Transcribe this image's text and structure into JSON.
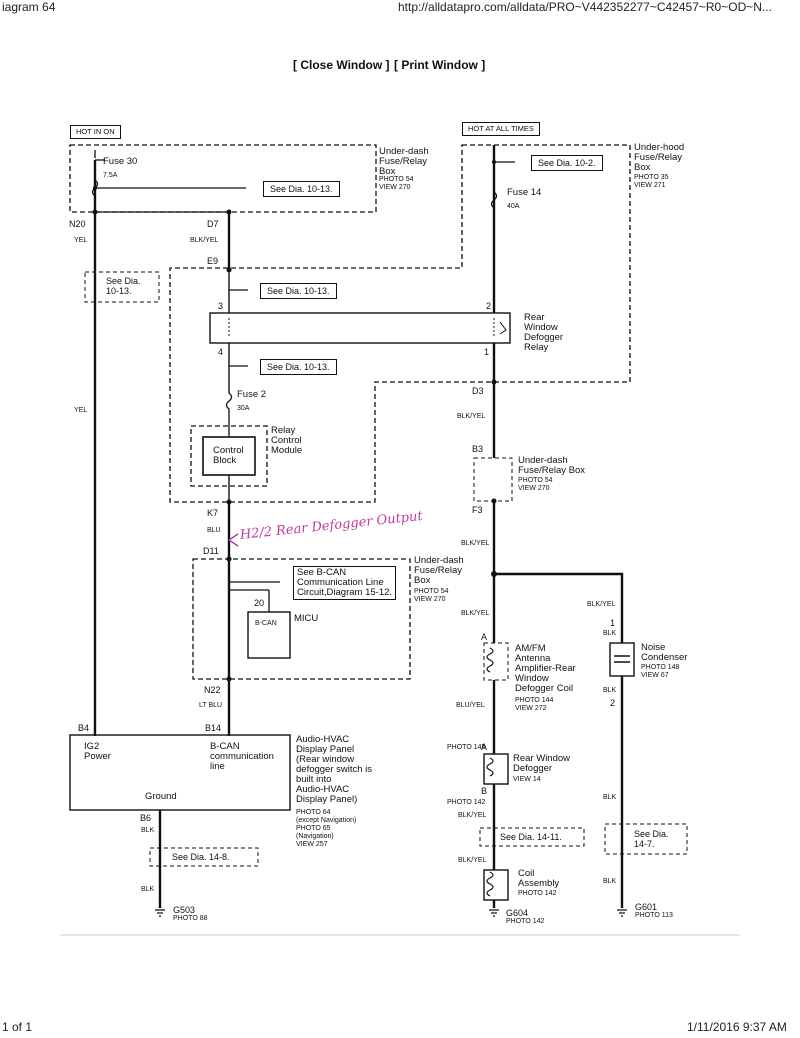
{
  "browser": {
    "tab_title": "iagram 64",
    "url": "http://alldatapro.com/alldata/PRO~V442352277~C42457~R0~OD~N...",
    "page_count": "1 of 1",
    "timestamp": "1/11/2016 9:37 AM"
  },
  "window_links": {
    "close": "[ Close Window ]",
    "print": "[ Print Window ]"
  },
  "power_labels": {
    "hot_in_on": "HOT IN ON",
    "hot_at_all_times": "HOT AT ALL TIMES"
  },
  "components": {
    "under_dash_box_1": {
      "name": "Under-dash\nFuse/Relay\nBox",
      "photo": "PHOTO 54\nVIEW 270"
    },
    "fuse30": {
      "name": "Fuse 30",
      "rating": "7.5A"
    },
    "under_hood_box": {
      "name": "Under-hood\nFuse/Relay\nBox",
      "photo": "PHOTO 35\nVIEW 271"
    },
    "fuse14": {
      "name": "Fuse 14",
      "rating": "40A"
    },
    "rear_defogger_relay": {
      "name": "Rear\nWindow\nDefogger\nRelay"
    },
    "fuse2": {
      "name": "Fuse 2",
      "rating": "30A"
    },
    "relay_control_module": {
      "name": "Relay\nControl\nModule"
    },
    "control_block": {
      "name": "Control\nBlock"
    },
    "under_dash_box_2": {
      "name": "Under-dash\nFuse/Relay Box",
      "photo": "PHOTO 54\nVIEW 270"
    },
    "under_dash_box_3": {
      "name": "Under-dash\nFuse/Relay\nBox",
      "photo": "PHOTO 54\nVIEW 270"
    },
    "micu": {
      "name": "MICU",
      "bcan": "B-CAN"
    },
    "bcan_ref": {
      "text": "See B-CAN\nCommunication Line\nCircuit,Diagram 15-12."
    },
    "am_fm": {
      "name": "AM/FM\nAntenna\nAmplifier-Rear\nWindow\nDefogger Coil",
      "photo": "PHOTO 144\nVIEW 272"
    },
    "noise_condenser": {
      "name": "Noise\nCondenser",
      "photo": "PHOTO 148\nVIEW 67"
    },
    "rear_window_defogger": {
      "name": "Rear Window\nDefogger",
      "photo": "VIEW 14"
    },
    "coil_assembly": {
      "name": "Coil\nAssembly",
      "photo": "PHOTO 142"
    },
    "audio_hvac": {
      "name": "Audio-HVAC\nDisplay Panel\n(Rear window\ndefogger switch is\nbuilt into\nAudio-HVAC\nDisplay Panel)",
      "photo": "PHOTO 64\n(except Navigation)\nPHOTO 65\n(Navigation)\nVIEW 257",
      "ig2": "IG2\nPower",
      "bcan_line": "B-CAN\ncommunication\nline",
      "ground": "Ground"
    }
  },
  "refs": {
    "r1": "See Dia. 10-13.",
    "r2": "See Dia. 10-2.",
    "r3": "See Dia.\n10-13.",
    "r4": "See Dia. 10-13.",
    "r5": "See Dia. 10-13.",
    "r6": "See Dia. 14-11.",
    "r7": "See Dia.\n14-7.",
    "r8": "See Dia. 14-8."
  },
  "connectors": {
    "n20": "N20",
    "d7": "D7",
    "e9": "E9",
    "k7": "K7",
    "d11": "D11",
    "n22": "N22",
    "b4": "B4",
    "b14": "B14",
    "b6": "B6",
    "d3": "D3",
    "b3": "B3",
    "f3": "F3",
    "a1": "A",
    "a2": "A",
    "b": "B",
    "p3": "3",
    "p4": "4",
    "p2": "2",
    "p1": "1",
    "p20": "20",
    "nc1": "1",
    "nc2": "2"
  },
  "wires": {
    "yel1": "YEL",
    "yel2": "YEL",
    "blk_yel1": "BLK/YEL",
    "blu": "BLU",
    "lt_blu": "LT BLU",
    "blk1": "BLK",
    "blk2": "BLK",
    "blk_yel2": "BLK/YEL",
    "blk_yel3": "BLK/YEL",
    "blk_yel4": "BLK/YEL",
    "blu_yel": "BLU/YEL",
    "blk_yel5": "BLK/YEL",
    "blk_yel6": "BLK/YEL",
    "blk_yel_nc": "BLK/YEL",
    "blk_nc1": "BLK",
    "blk_nc2": "BLK",
    "blk_nc3": "BLK"
  },
  "photos": {
    "p145": "PHOTO 145",
    "p142": "PHOTO 142"
  },
  "grounds": {
    "g503": "G503",
    "g503_photo": "PHOTO 88",
    "g604": "G604",
    "g604_photo": "PHOTO 142",
    "g601": "G601",
    "g601_photo": "PHOTO 113"
  },
  "handwritten_note": "H2/2 Rear Defogger Output"
}
